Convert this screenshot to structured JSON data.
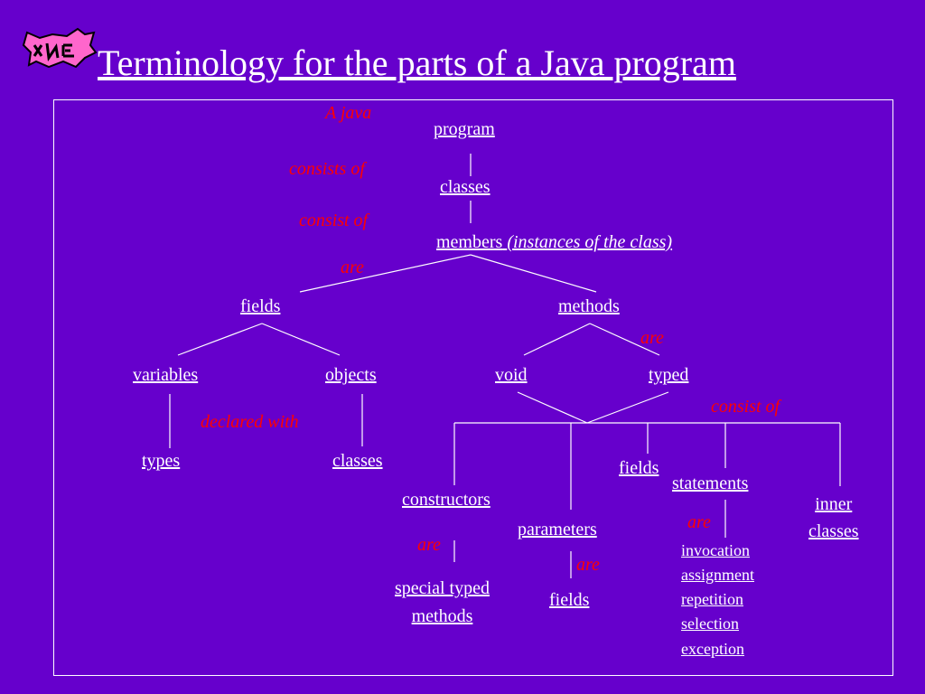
{
  "title": "Terminology for the parts of a Java program",
  "logo_icon": "cat-logo-icon",
  "colors": {
    "background": "#6600CC",
    "node_text": "#FFFFFF",
    "relation_text": "#FF0000",
    "logo": "#FF66CC"
  },
  "nodes": {
    "program": "program",
    "classes": "classes",
    "members": "members",
    "members_note": "(instances of the class)",
    "fields": "fields",
    "methods": "methods",
    "variables": "variables",
    "objects": "objects",
    "void": "void",
    "typed": "typed",
    "types": "types",
    "obj_classes": "classes",
    "method_fields": "fields",
    "statements": "statements",
    "inner_classes_line1": "inner",
    "inner_classes_line2": "classes",
    "constructors": "constructors",
    "parameters": "parameters",
    "special_typed_methods_line1": "special typed",
    "special_typed_methods_line2": "methods",
    "param_fields": "fields",
    "statement_kinds": [
      "invocation",
      "assignment",
      "repetition",
      "selection",
      "exception"
    ]
  },
  "relations": {
    "a_java": "A java",
    "consists_of": "consists of",
    "consist_of": "consist of",
    "members_are": "are",
    "methods_are": "are",
    "consist_of_2": "consist of",
    "declared_with": "declared with",
    "statements_are": "are",
    "constructors_are": "are",
    "parameters_are": "are"
  }
}
